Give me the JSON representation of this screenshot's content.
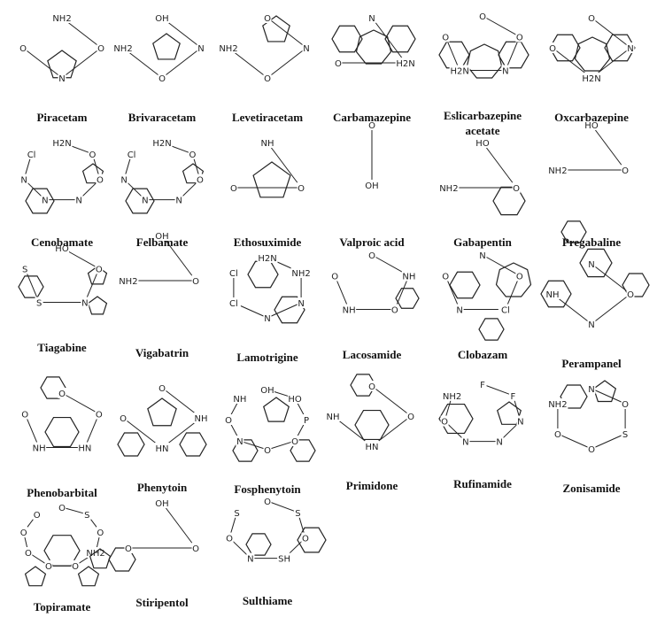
{
  "compounds": [
    {
      "name": "Piracetam",
      "atoms": [
        "NH2",
        "O",
        "N",
        "O"
      ]
    },
    {
      "name": "Brivaracetam",
      "atoms": [
        "OH",
        "N",
        "O",
        "NH2"
      ]
    },
    {
      "name": "Levetiracetam",
      "atoms": [
        "O",
        "N",
        "O",
        "NH2"
      ]
    },
    {
      "name": "Carbamazepine",
      "atoms": [
        "N",
        "H2N",
        "O"
      ]
    },
    {
      "name": "Eslicarbazepine acetate",
      "atoms": [
        "O",
        "O",
        "N",
        "H2N",
        "O"
      ]
    },
    {
      "name": "Oxcarbazepine",
      "atoms": [
        "O",
        "N",
        "H2N",
        "O"
      ]
    },
    {
      "name": "Cenobamate",
      "atoms": [
        "H2N",
        "O",
        "O",
        "N",
        "N",
        "N",
        "Cl"
      ]
    },
    {
      "name": "Felbamate",
      "atoms": [
        "H2N",
        "O",
        "O",
        "N",
        "N",
        "N",
        "Cl"
      ]
    },
    {
      "name": "Ethosuximide",
      "atoms": [
        "NH",
        "O",
        "O"
      ]
    },
    {
      "name": "Valproic acid",
      "atoms": [
        "O",
        "OH"
      ]
    },
    {
      "name": "Gabapentin",
      "atoms": [
        "HO",
        "O",
        "NH2"
      ]
    },
    {
      "name": "Pregabaline",
      "atoms": [
        "HO",
        "O",
        "NH2"
      ]
    },
    {
      "name": "Tiagabine",
      "atoms": [
        "HO",
        "O",
        "N",
        "S",
        "S"
      ]
    },
    {
      "name": "Vigabatrin",
      "atoms": [
        "OH",
        "O",
        "NH2"
      ]
    },
    {
      "name": "Lamotrigine",
      "atoms": [
        "H2N",
        "NH2",
        "N",
        "N",
        "Cl",
        "Cl"
      ]
    },
    {
      "name": "Lacosamide",
      "atoms": [
        "O",
        "NH",
        "O",
        "NH",
        "O"
      ]
    },
    {
      "name": "Clobazam",
      "atoms": [
        "N",
        "O",
        "Cl",
        "N",
        "O"
      ]
    },
    {
      "name": "Perampanel",
      "atoms": [
        "N",
        "O",
        "N",
        "NH"
      ]
    },
    {
      "name": "Phenobarbital",
      "atoms": [
        "O",
        "O",
        "HN",
        "NH",
        "O"
      ]
    },
    {
      "name": "Phenytoin",
      "atoms": [
        "O",
        "NH",
        "HN",
        "O"
      ]
    },
    {
      "name": "Fosphenytoin",
      "atoms": [
        "OH",
        "HO",
        "P",
        "O",
        "O",
        "N",
        "O",
        "NH"
      ]
    },
    {
      "name": "Primidone",
      "atoms": [
        "O",
        "O",
        "HN",
        "NH"
      ]
    },
    {
      "name": "Rufinamide",
      "atoms": [
        "F",
        "F",
        "N",
        "N",
        "N",
        "O",
        "NH2"
      ]
    },
    {
      "name": "Zonisamide",
      "atoms": [
        "N",
        "O",
        "S",
        "O",
        "O",
        "NH2"
      ]
    },
    {
      "name": "Topiramate",
      "atoms": [
        "O",
        "S",
        "O",
        "NH2",
        "O",
        "O",
        "O",
        "O",
        "O"
      ]
    },
    {
      "name": "Stiripentol",
      "atoms": [
        "OH",
        "O",
        "O"
      ]
    },
    {
      "name": "Sulthiame",
      "atoms": [
        "O",
        "S",
        "O",
        "SH",
        "N",
        "O",
        "S"
      ]
    }
  ]
}
